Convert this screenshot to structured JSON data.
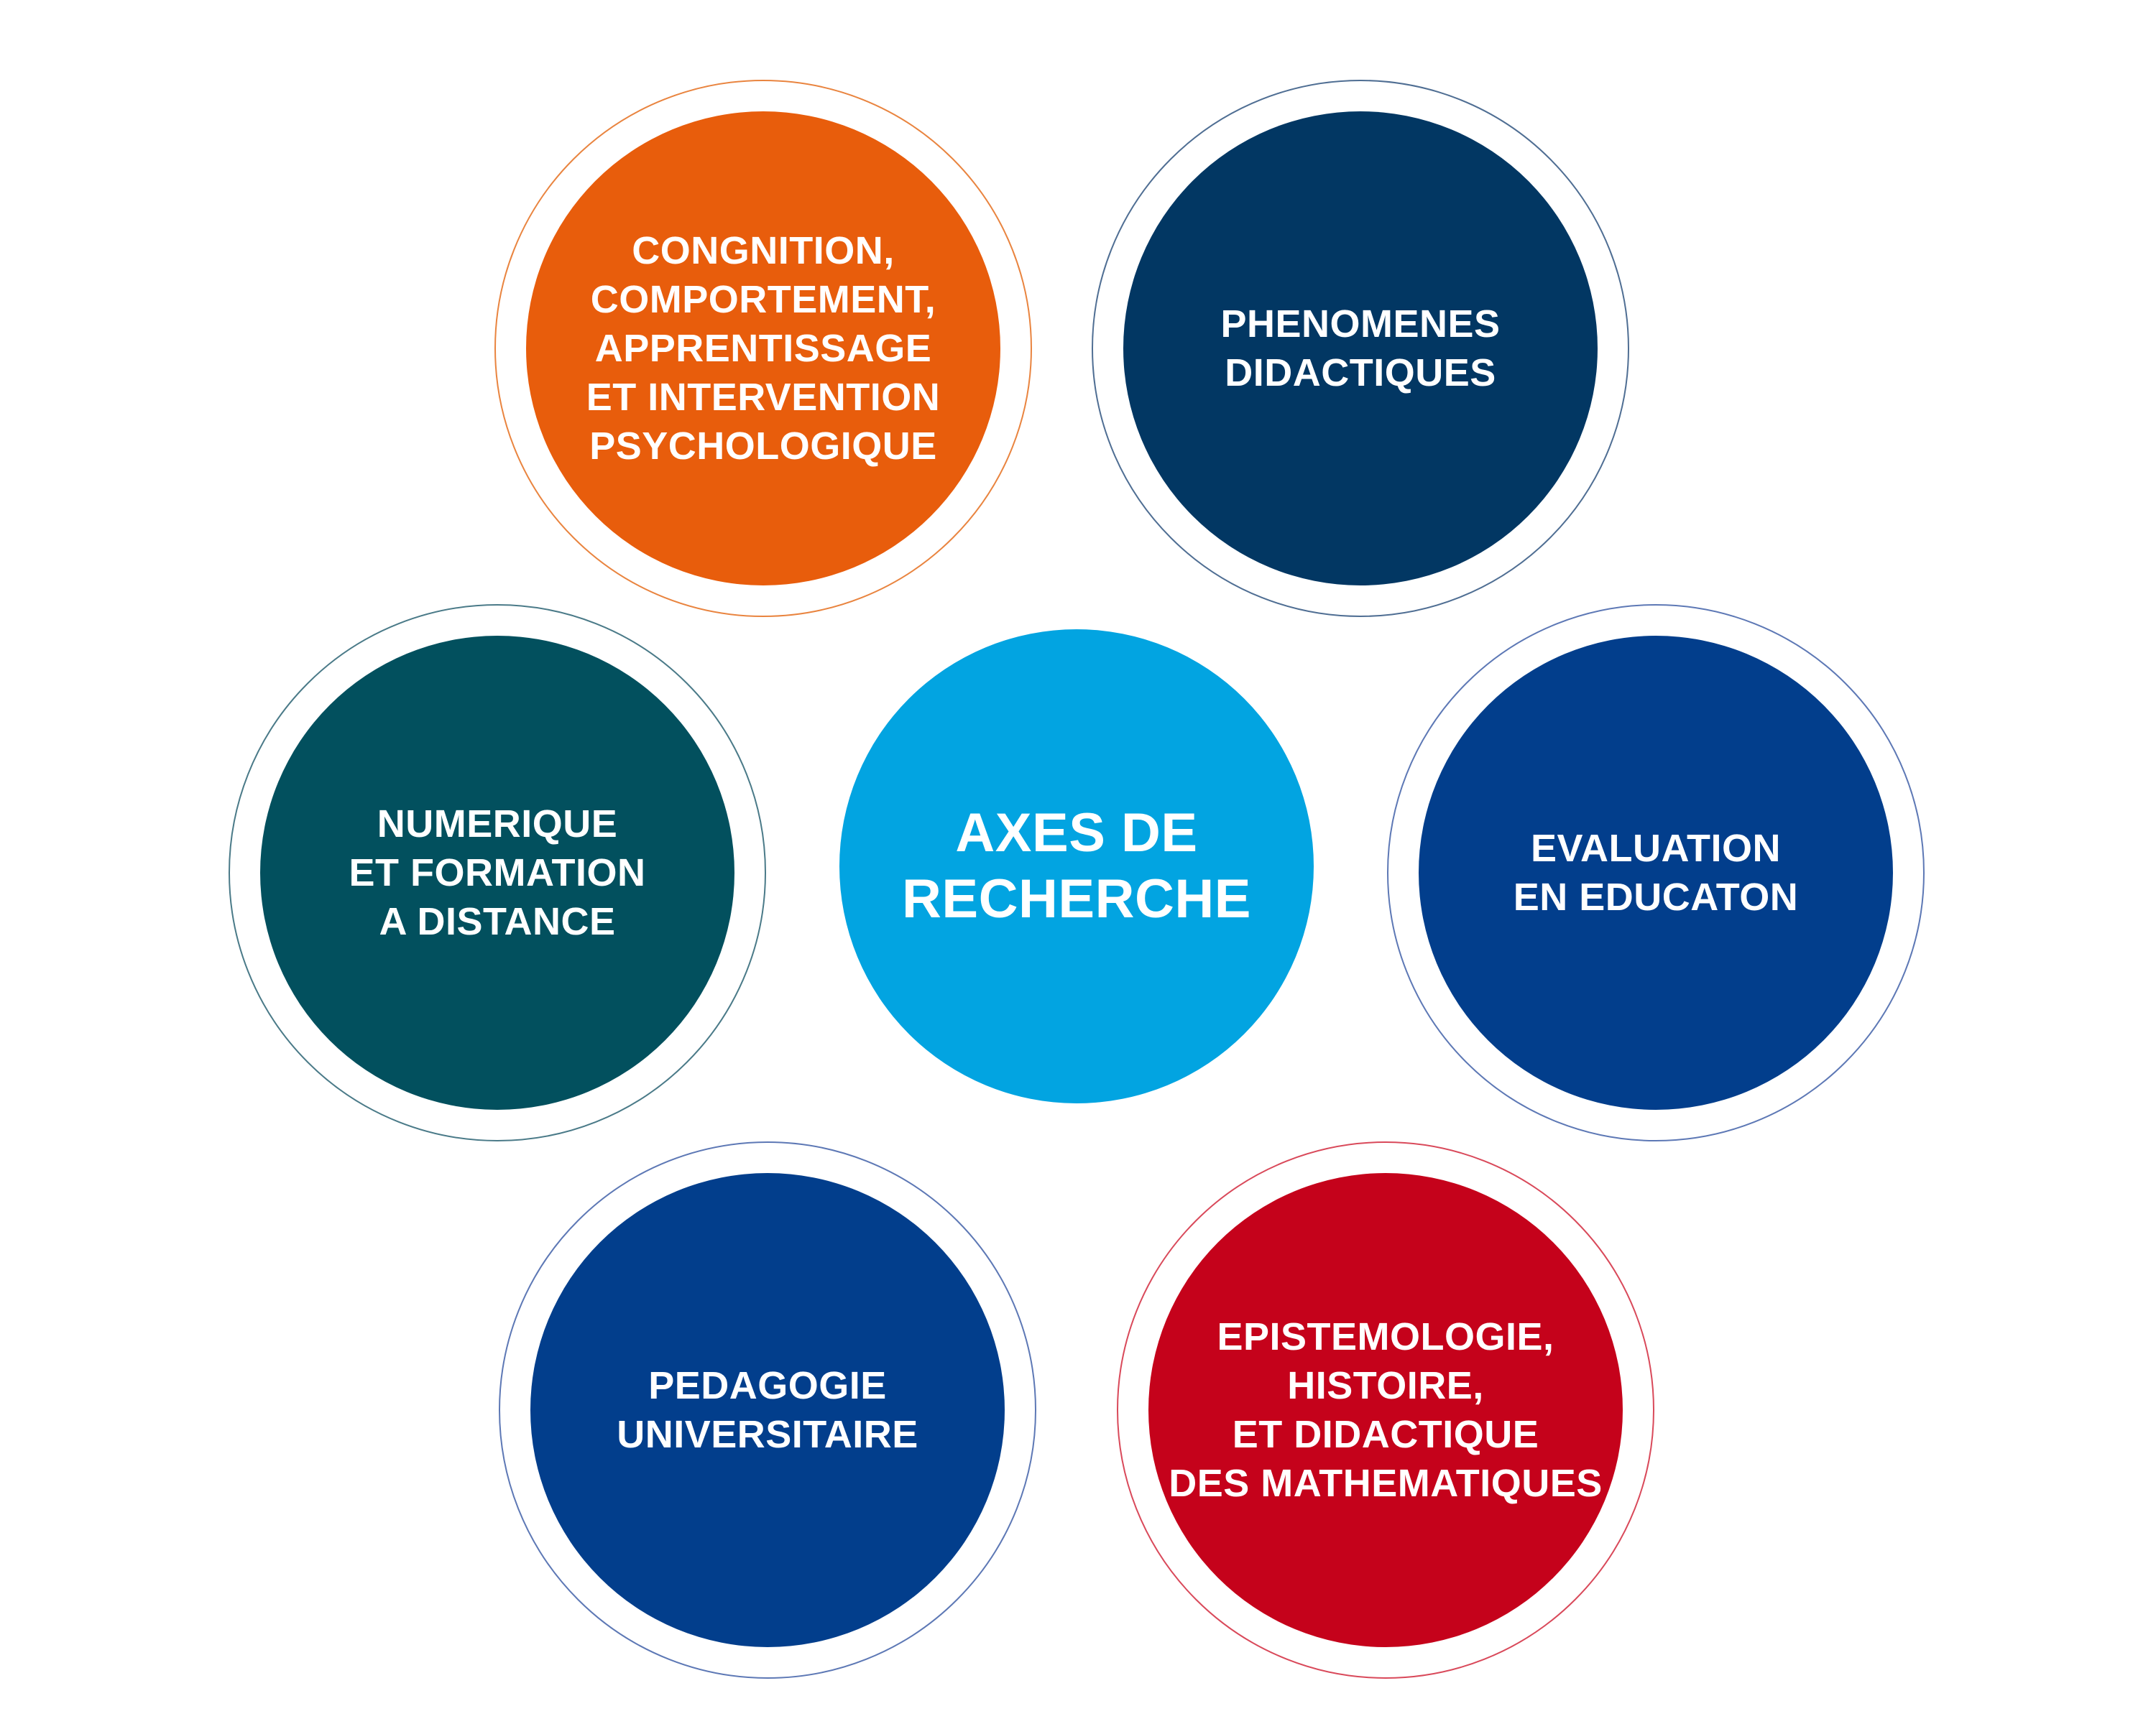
{
  "diagram": {
    "title_lines": [
      "AXES DE",
      "RECHERCHE"
    ],
    "center_color": "#02A4E1",
    "axes": [
      {
        "id": "cognition",
        "lines": [
          "CONGNITION,",
          "COMPORTEMENT,",
          "APPRENTISSAGE",
          "ET INTERVENTION",
          "PSYCHOLOGIQUE"
        ],
        "color": "#E85D0C",
        "ring_color": "#E9843F"
      },
      {
        "id": "phenomenes",
        "lines": [
          "PHENOMENES",
          "DIDACTIQUES"
        ],
        "color": "#023763",
        "ring_color": "#4F6E93"
      },
      {
        "id": "numerique",
        "lines": [
          "NUMERIQUE",
          "ET FORMATION",
          "A DISTANCE"
        ],
        "color": "#02505E",
        "ring_color": "#4A7A88"
      },
      {
        "id": "evaluation",
        "lines": [
          "EVALUATION",
          "EN EDUCATON"
        ],
        "color": "#023E8C",
        "ring_color": "#5D78B5"
      },
      {
        "id": "pedagogie",
        "lines": [
          "PEDAGOGIE",
          "UNIVERSITAIRE"
        ],
        "color": "#023E8C",
        "ring_color": "#5D78B5"
      },
      {
        "id": "epistemologie",
        "lines": [
          "EPISTEMOLOGIE,",
          "HISTOIRE,",
          "ET DIDACTIQUE",
          "DES MATHEMATIQUES"
        ],
        "color": "#C5021B",
        "ring_color": "#D9495A"
      }
    ]
  }
}
